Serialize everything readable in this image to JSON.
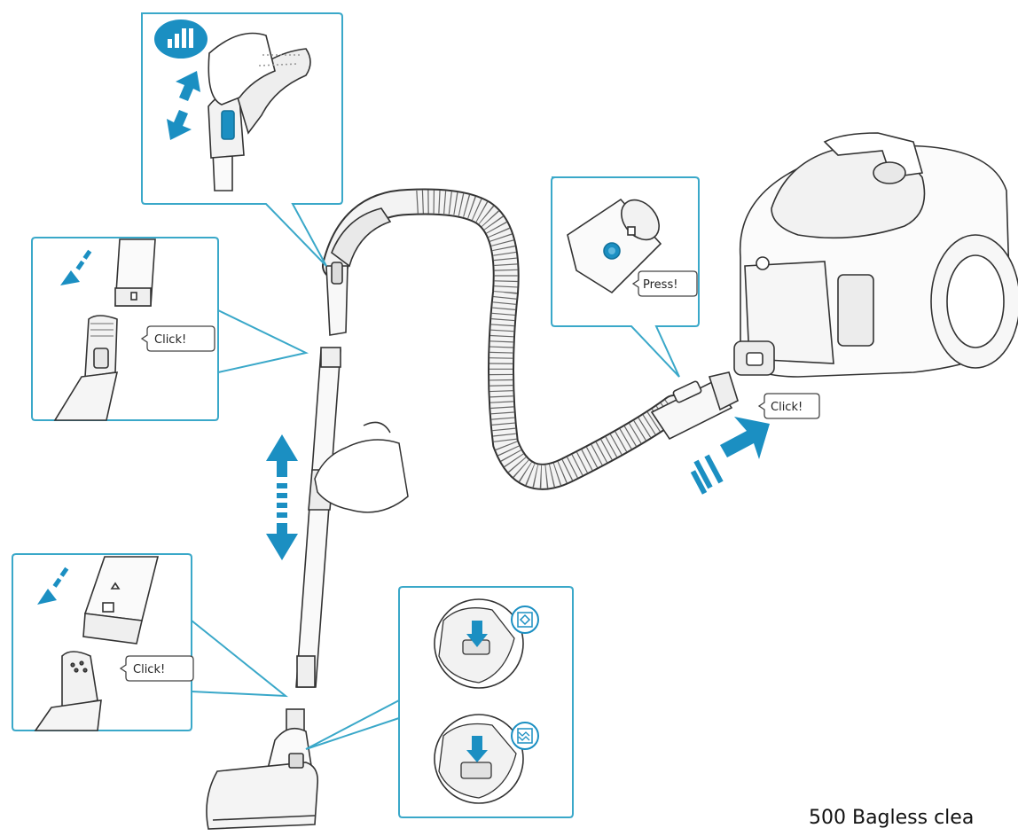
{
  "callouts": {
    "click_tube": "Click!",
    "click_nozzle": "Click!",
    "click_hose": "Click!",
    "press": "Press!"
  },
  "footer": {
    "caption": "500 Bagless clea"
  },
  "colors": {
    "accent": "#1b8fc2",
    "panel_border": "#3aa8c9",
    "line": "#333333",
    "light_fill": "#f4f4f4"
  },
  "icons": {
    "suction": "suction-power-icon",
    "hard_floor": "hard-floor-icon",
    "carpet": "carpet-icon"
  }
}
